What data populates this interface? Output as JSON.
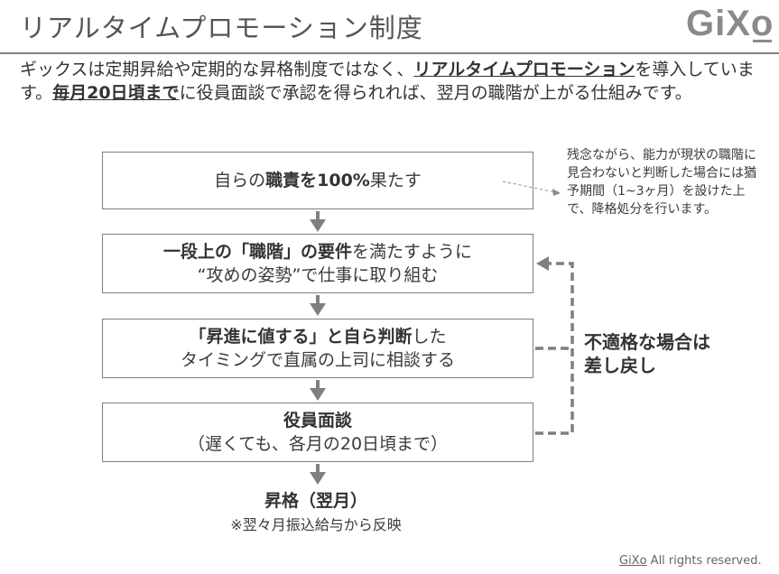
{
  "title": "リアルタイムプロモーション制度",
  "logo": {
    "text_a": "GiX",
    "text_b": "o"
  },
  "intro": {
    "part1": "ギックスは定期昇給や定期的な昇格制度ではなく、",
    "emph1": "リアルタイムプロモーション",
    "part2": "を導入しています。",
    "emph2": "毎月20日頃まで",
    "part3": "に役員面談で承認を得られれば、翌月の職階が上がる仕組みです。"
  },
  "flow": {
    "step1": {
      "pre": "自らの",
      "bold": "職責を100%",
      "post": "果たす"
    },
    "step2": {
      "bold1": "一段上の「職階」の要件",
      "rest1": "を満たすように",
      "line2": "“攻めの姿勢”で仕事に取り組む"
    },
    "step3": {
      "bold1": "「昇進に値する」と自ら判断",
      "rest1": "した",
      "line2": "タイミングで直属の上司に相談する"
    },
    "step4": {
      "bold1": "役員面談",
      "line2": "（遅くても、各月の20日頃まで）"
    }
  },
  "note": "残念ながら、能力が現状の職階に見合わないと判断した場合には猶予期間（1~3ヶ月）を設けた上で、降格処分を行います。",
  "side_label": {
    "line1": "不適格な場合は",
    "line2": "差し戻し"
  },
  "result": {
    "title": "昇格（翌月）",
    "sub": "※翌々月振込給与から反映"
  },
  "footer": {
    "brand": "GiXo",
    "rights": " All rights reserved."
  },
  "colors": {
    "arrow": "#7f7f7f",
    "text": "#3a3a3a",
    "rule": "#808080"
  }
}
